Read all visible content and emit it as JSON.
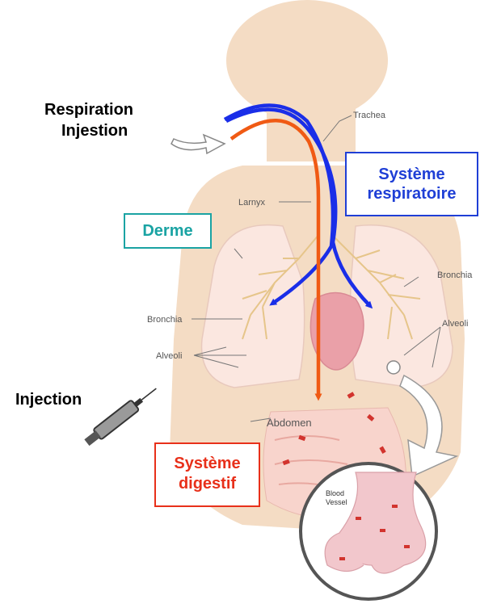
{
  "labels": {
    "respiration": "Respiration",
    "injestion": "Injestion",
    "injection": "Injection",
    "derme": "Derme",
    "systeme_respiratoire_line1": "Système",
    "systeme_respiratoire_line2": "respiratoire",
    "systeme_digestif_line1": "Système",
    "systeme_digestif_line2": "digestif"
  },
  "anatomy": {
    "trachea": "Trachea",
    "larynx": "Larnyx",
    "bronchia_left": "Bronchia",
    "bronchia_right": "Bronchia",
    "alveoli_left": "Alveoli",
    "alveoli_right": "Alveoli",
    "abdomen": "Abdomen",
    "blood_vessel_line1": "Blood",
    "blood_vessel_line2": "Vessel"
  },
  "colors": {
    "respiratory_path": "#1a2ee8",
    "digestive_path": "#f05a14",
    "derme": "#1aa3a3",
    "systeme_respiratoire": "#1f3fd6",
    "systeme_digestif": "#e8301a",
    "body": "#f4dcc4",
    "lungs": "#fbe7e0"
  }
}
